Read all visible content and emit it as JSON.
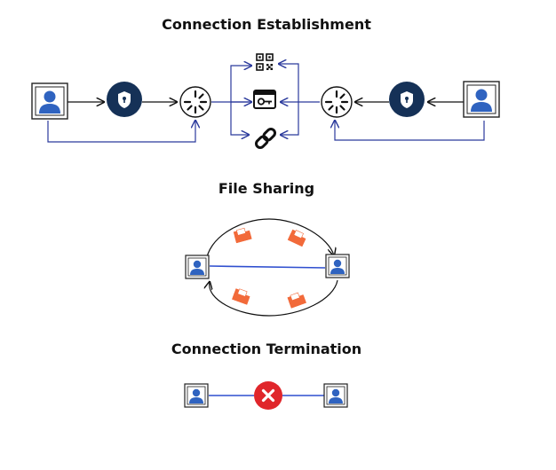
{
  "sections": {
    "establishment": {
      "title": "Connection Establishment"
    },
    "sharing": {
      "title": "File Sharing"
    },
    "termination": {
      "title": "Connection Termination"
    }
  },
  "colors": {
    "user_blue": "#2f63c0",
    "shield_navy": "#153157",
    "link_blue": "#2b3a9c",
    "folder_orange": "#f26a3a",
    "close_red": "#e0262b",
    "stroke": "#111111"
  },
  "icons": {
    "user": "user-card-icon",
    "shield": "shield-keyhole-icon",
    "loader": "loading-spinner-icon",
    "qr": "qr-code-icon",
    "browser": "browser-key-icon",
    "link": "chain-link-icon",
    "folder": "folder-icon",
    "close": "close-x-icon"
  }
}
